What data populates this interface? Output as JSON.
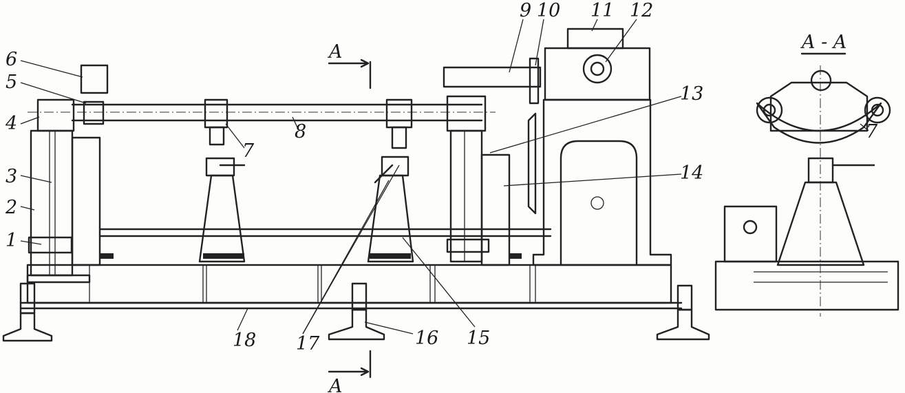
{
  "diagram": {
    "labels": [
      "1",
      "2",
      "3",
      "4",
      "5",
      "6",
      "7",
      "8",
      "9",
      "10",
      "11",
      "12",
      "13",
      "14",
      "15",
      "16",
      "17",
      "18"
    ],
    "section_marker": "A",
    "section_title": "A - A",
    "section_part_label": "7"
  }
}
